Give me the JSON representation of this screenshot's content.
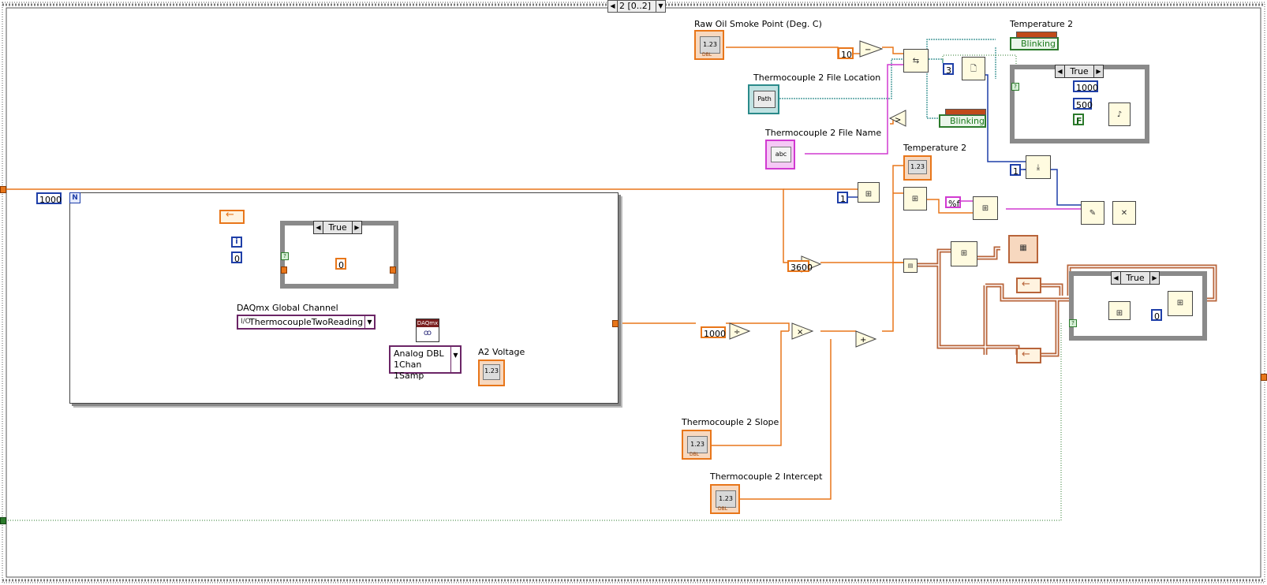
{
  "sequence": {
    "selector_label": "2 [0..2]"
  },
  "controls": {
    "raw_oil_smoke_point": "Raw Oil Smoke Point (Deg. C)",
    "file_location": "Thermocouple 2 File Location",
    "file_name": "Thermocouple 2 File Name",
    "slope": "Thermocouple 2 Slope",
    "intercept": "Thermocouple 2 Intercept",
    "daqmx_channel_label": "DAQmx Global Channel",
    "daqmx_channel_value": "ThermocoupleTwoReading",
    "daq_read_mode": [
      "Analog DBL",
      "1Chan 1Samp"
    ]
  },
  "indicators": {
    "temperature_2_bool": "Temperature 2",
    "temperature_2_num": "Temperature 2",
    "a2_voltage": "A2 Voltage",
    "blinking_1": "Blinking",
    "blinking_2": "Blinking"
  },
  "terminal_types": {
    "dbl_display": "1.23",
    "dbl_tag": "DBL",
    "path_display": "Path",
    "string_display": "abc",
    "daq_header": "DAQmx",
    "io_prefix": "I/O"
  },
  "constants": {
    "c10": "10",
    "c3": "3",
    "c1000_top": "1000",
    "c500": "500",
    "false_const": "F",
    "c1_top": "1",
    "c1_mid": "1",
    "format_string": "%f",
    "c3600": "3600",
    "c1000_div": "1000",
    "c0_inner": "0",
    "c0_array": "0",
    "loop_count": "1000",
    "loop_N": "N",
    "loop_i": "i",
    "loop_i_zero": "0"
  },
  "cases": {
    "blink_case": "True",
    "inner_case": "True",
    "array_case": "True"
  },
  "colors": {
    "orange_wire": "#e8761a",
    "blue_wire": "#1f3fa8",
    "pink_wire": "#d13ad1",
    "teal_wire": "#2a8a8a",
    "green_wire": "#2b7a2b",
    "array_wire": "#b8643a"
  }
}
